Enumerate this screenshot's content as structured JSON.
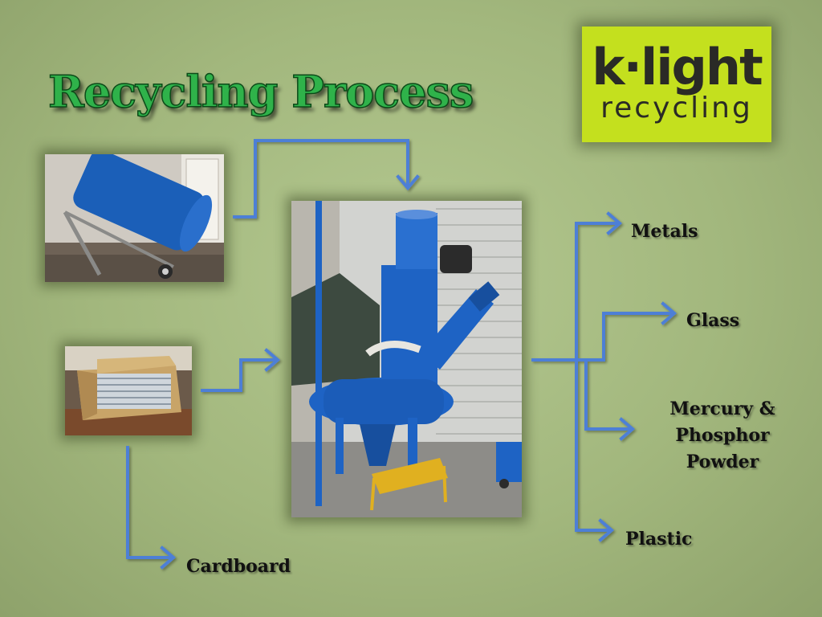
{
  "title": "Recycling Process",
  "logo": {
    "line1": "k·light",
    "line2": "recycling"
  },
  "outputs": {
    "metals": "Metals",
    "glass": "Glass",
    "mercury_line1": "Mercury &",
    "mercury_line2": "Phosphor",
    "mercury_line3": "Powder",
    "plastic": "Plastic",
    "cardboard": "Cardboard"
  },
  "colors": {
    "background": "#a2b77d",
    "title": "#2fb24a",
    "arrow": "#4d7fd6",
    "logo_bg": "#c4e01e",
    "machine_blue": "#1e63c4"
  }
}
